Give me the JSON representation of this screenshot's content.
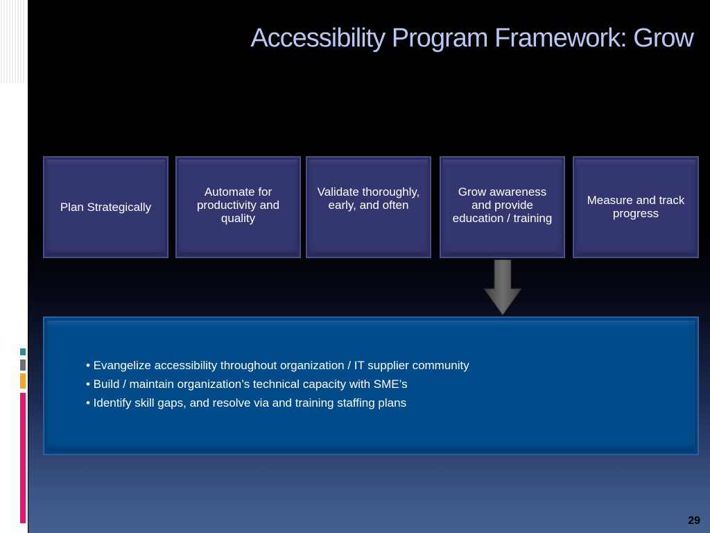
{
  "slide": {
    "title": "Accessibility Program Framework: Grow",
    "page_number": "29"
  },
  "steps": [
    "Plan Strategically",
    "Automate for productivity and quality",
    "Validate thoroughly, early, and often",
    "Grow awareness and provide education / training",
    "Measure and track progress"
  ],
  "highlighted_step_index": 3,
  "details": [
    "• Evangelize accessibility throughout organization / IT  supplier community",
    "• Build / maintain organization’s  technical capacity with SME’s",
    "• Identify skill gaps, and resolve via and training staffing plans"
  ],
  "icons": {
    "down_arrow": "down-arrow-icon"
  },
  "colors": {
    "title": "#b9c8f2",
    "step_box": "#34366f",
    "detail_panel": "#024b8a",
    "arrow": "#5a5a5a",
    "stripe_teal": "#2a8f8f",
    "stripe_gray": "#6a6f78",
    "stripe_orange": "#f5a623",
    "stripe_pink": "#e6156e"
  }
}
